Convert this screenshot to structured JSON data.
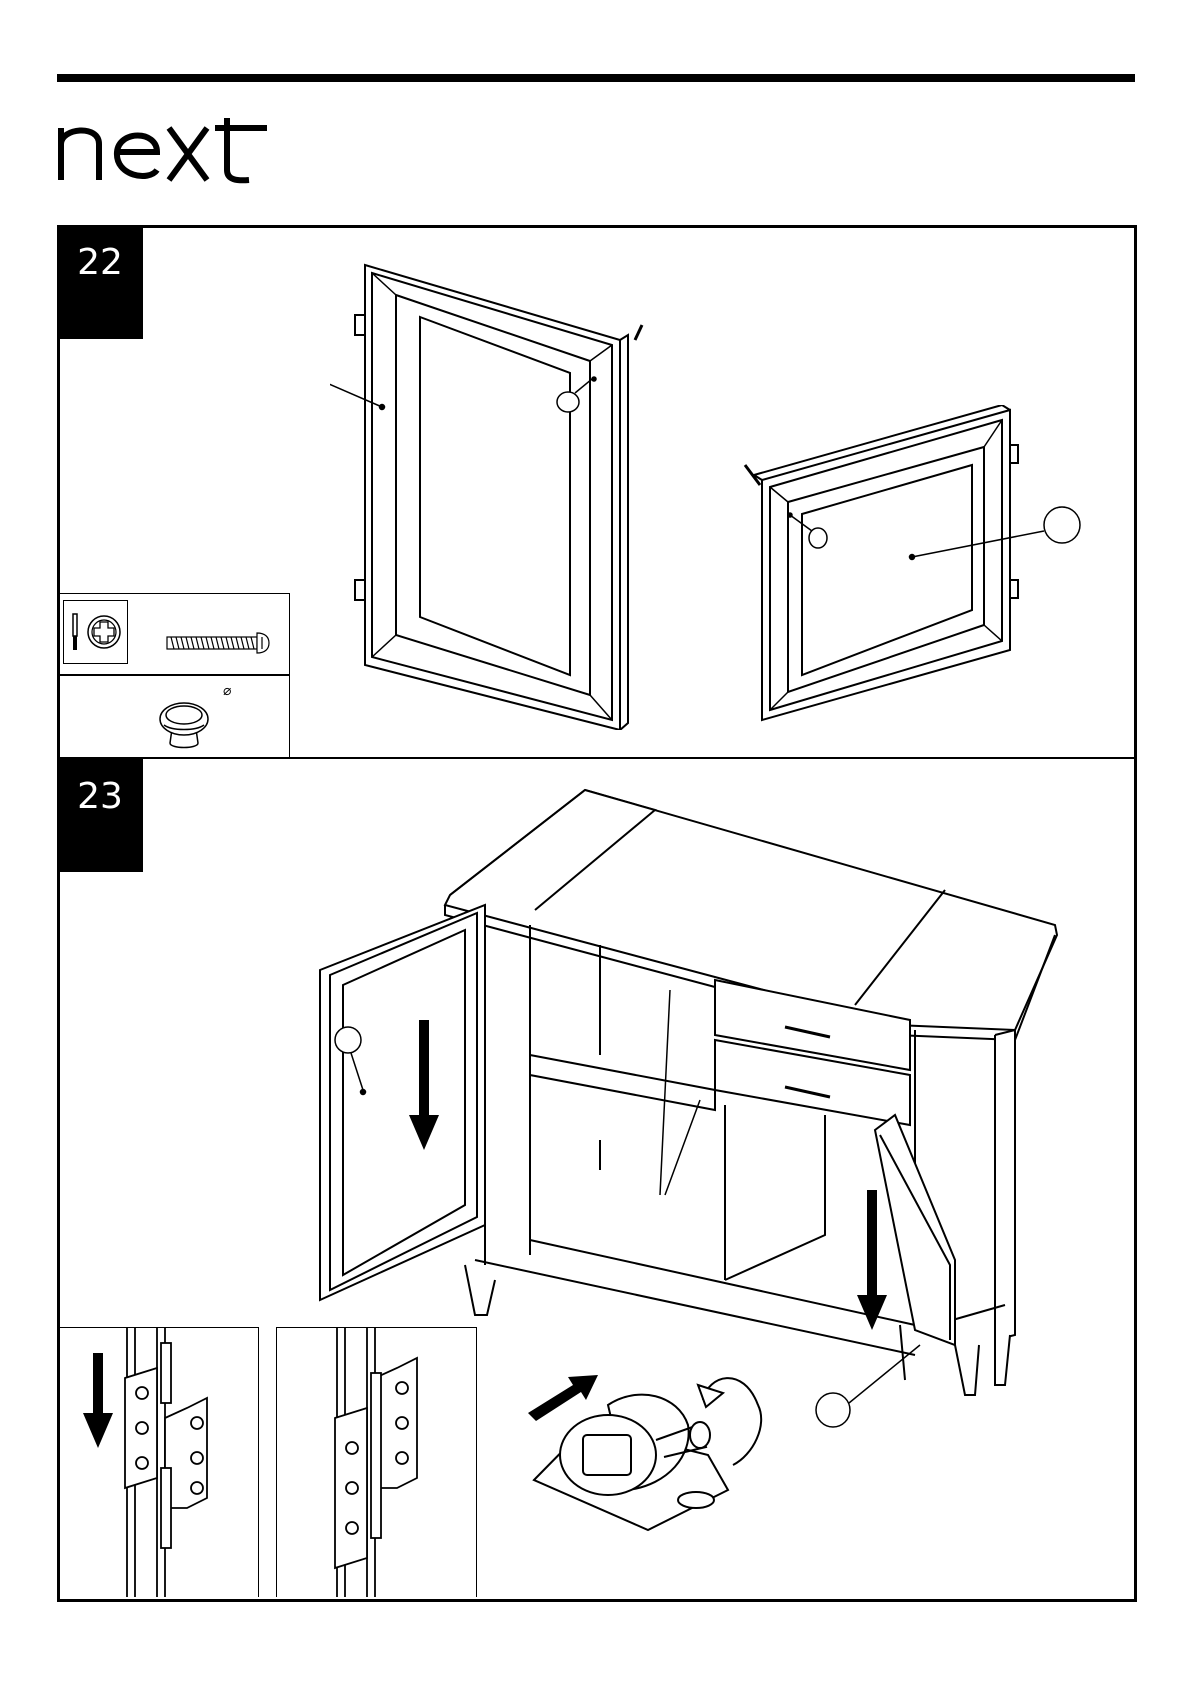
{
  "brand": {
    "logo_text": "next"
  },
  "steps": [
    {
      "number": "22"
    },
    {
      "number": "23"
    }
  ],
  "parts": {
    "diameter_symbol": "⌀"
  },
  "icons": {
    "screwdriver": "phillips-screwdriver-icon",
    "screw": "screw-icon",
    "knob": "knob-icon"
  },
  "colors": {
    "ink": "#000000",
    "paper": "#ffffff"
  }
}
